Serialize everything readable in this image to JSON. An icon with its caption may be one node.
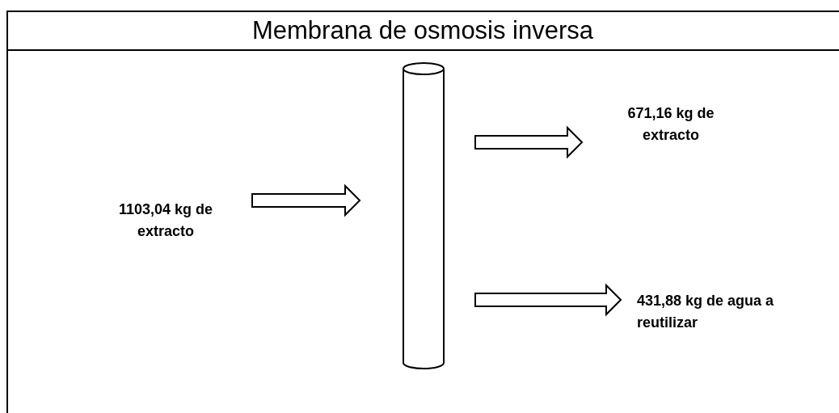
{
  "diagram": {
    "title": "Membrana de osmosis inversa",
    "nodes": [
      {
        "text": [
          "1103,04 kg de extracto"
        ]
      },
      {
        "text": [],
        "shape": "cylinder"
      },
      {
        "text": [
          "671,16 kg de extracto"
        ]
      },
      {
        "text": [
          "431,88 kg de agua a reutilizar"
        ]
      }
    ],
    "edges": [
      {
        "from": 0,
        "to": 1,
        "arrow": "to"
      },
      {
        "from": 1,
        "to": 2,
        "arrow": "to"
      },
      {
        "from": 1,
        "to": 3,
        "arrow": "to"
      }
    ]
  }
}
